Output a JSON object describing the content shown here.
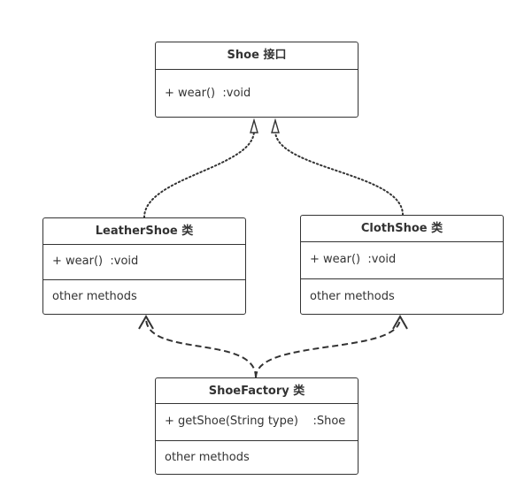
{
  "colors": {
    "stroke": "#333333",
    "background": "#ffffff",
    "text": "#333333"
  },
  "diagram": {
    "shoe_interface": {
      "title": "Shoe 接口",
      "method": "+ wear()  :void"
    },
    "leather_shoe": {
      "title": "LeatherShoe 类",
      "method": "+ wear()  :void",
      "other": "other methods"
    },
    "cloth_shoe": {
      "title": "ClothShoe 类",
      "method": "+ wear()  :void",
      "other": "other methods"
    },
    "shoe_factory": {
      "title": "ShoeFactory 类",
      "method": "+ getShoe(String type)    :Shoe",
      "other": "other methods"
    }
  }
}
